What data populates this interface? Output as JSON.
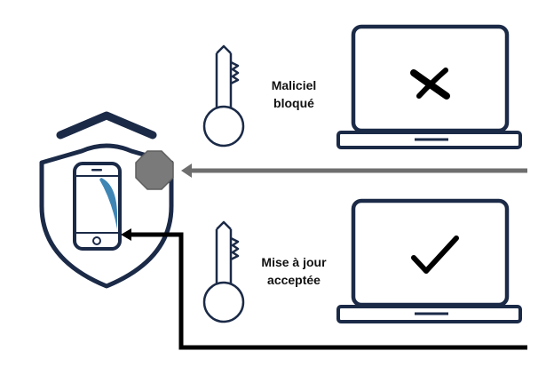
{
  "labels": {
    "blocked_line1": "Maliciel",
    "blocked_line2": "bloqué",
    "accepted_line1": "Mise à jour",
    "accepted_line2": "acceptée"
  },
  "colors": {
    "navy": "#1b2a47",
    "stop_gray": "#7a7a7a",
    "arrow_gray": "#6e6e6e",
    "arrow_black": "#000000",
    "screen_accent": "#3f86b5"
  },
  "icons": {
    "shield": "shield-icon",
    "phone": "smartphone-icon",
    "stop": "stop-octagon-icon",
    "key": "key-icon",
    "laptop": "laptop-icon",
    "cross": "cross-mark-icon",
    "check": "check-mark-icon"
  }
}
